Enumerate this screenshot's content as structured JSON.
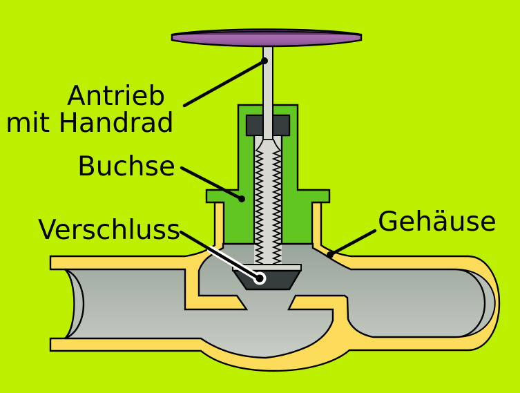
{
  "diagram": {
    "labels": {
      "antrieb_line1": "Antrieb",
      "antrieb_line2": "mit Handrad",
      "buchse": "Buchse",
      "verschluss": "Verschluss",
      "gehaeuse": "Gehäuse"
    },
    "colors": {
      "background": "#bdf000",
      "body_yellow": "#fcdc5a",
      "bonnet_green": "#61c622",
      "interior_top": "#99a49a",
      "interior_bottom": "#c9cec7",
      "end_face_gray": "#b7bfb6",
      "dark_parts": "#353d3d",
      "stem_gray": "#d7d9d1",
      "handwheel_dark": "#63366a",
      "handwheel_light": "#aa70b2",
      "handwheel_mid": "#9a60a4",
      "handwheel_shade": "#84488e",
      "outline": "#000000",
      "pointer_casing": "#ffffff",
      "label_text": "#000000"
    }
  }
}
